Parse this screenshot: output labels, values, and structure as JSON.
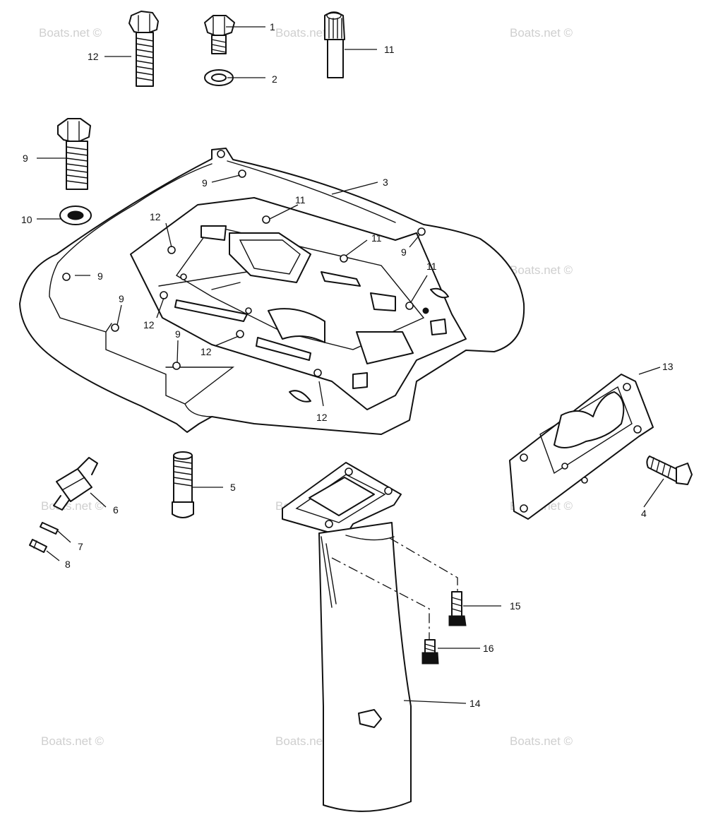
{
  "watermark": "Boats.net ©",
  "callouts": {
    "c1": "1",
    "c2": "2",
    "c3": "3",
    "c4": "4",
    "c5": "5",
    "c6": "6",
    "c7": "7",
    "c8": "8",
    "c9": "9",
    "c10": "10",
    "c11": "11",
    "c12": "12",
    "c13": "13",
    "c14": "14",
    "c15": "15",
    "c16": "16"
  },
  "colors": {
    "line": "#111111",
    "watermark": "#cfcfcf",
    "background": "#ffffff"
  }
}
